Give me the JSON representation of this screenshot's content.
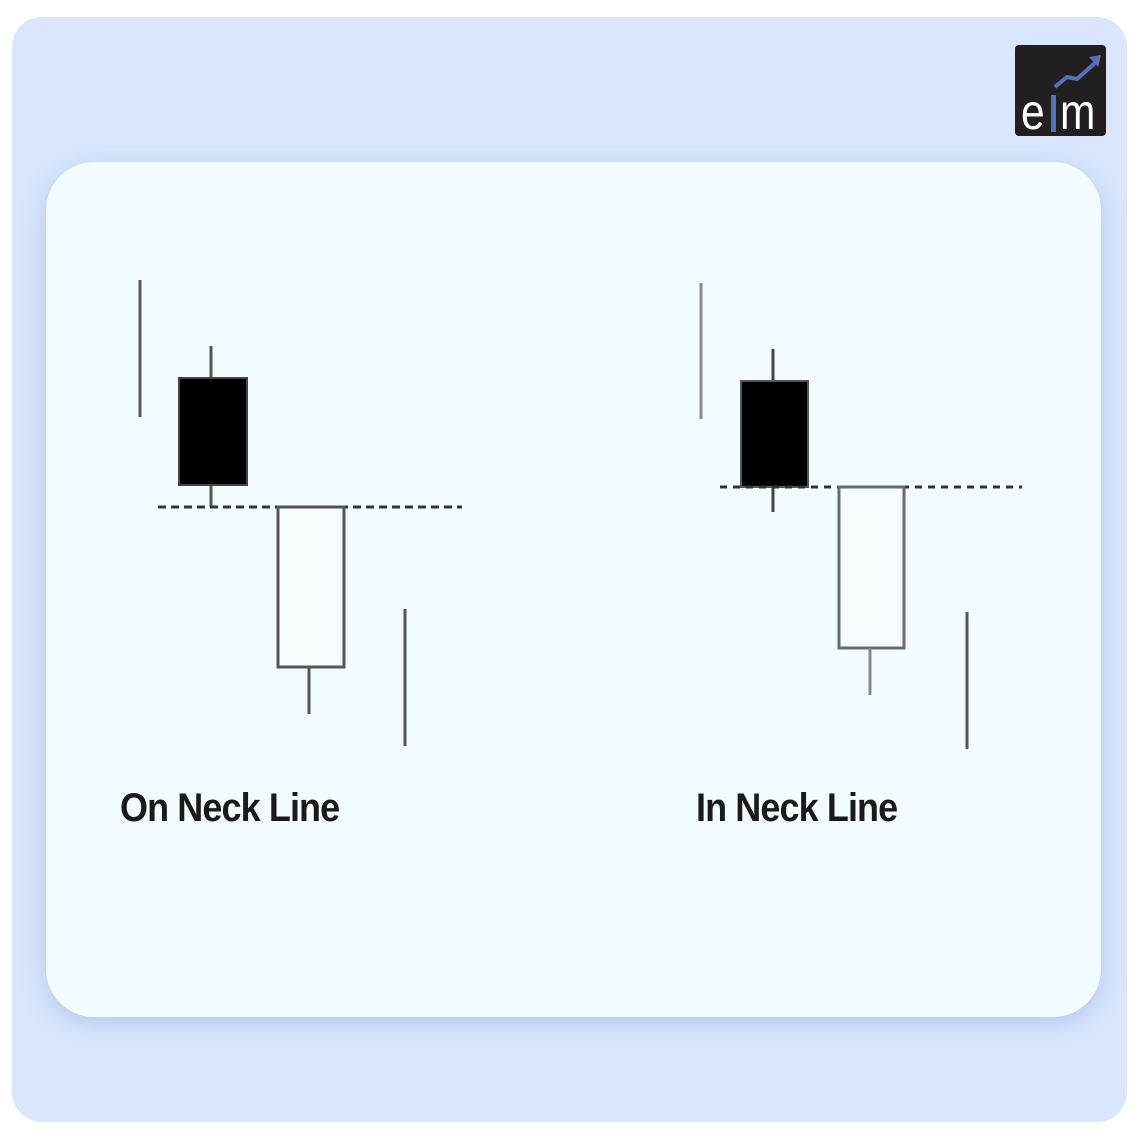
{
  "logo": {
    "text_left": "e",
    "text_right": "m",
    "bar_color": "#5472b8",
    "background": "#231f20",
    "icon": "trend-arrow-up-icon"
  },
  "colors": {
    "outer_panel": "#d9e6fd",
    "card": "#f2fbff",
    "bearish_candle": "#000000",
    "bullish_candle_border": "#555555",
    "wick": "#555555",
    "neckline": "#333333"
  },
  "patterns": [
    {
      "name": "On Neck Line",
      "candles": [
        {
          "role": "prior-trend-wick",
          "type": "line"
        },
        {
          "role": "bearish-candle",
          "type": "filled"
        },
        {
          "role": "bullish-candle",
          "type": "hollow",
          "close_at": "prior low"
        },
        {
          "role": "following-wick",
          "type": "line"
        }
      ],
      "neckline": "dashed horizontal at prior candle low"
    },
    {
      "name": "In Neck Line",
      "candles": [
        {
          "role": "prior-trend-wick",
          "type": "line"
        },
        {
          "role": "bearish-candle",
          "type": "filled"
        },
        {
          "role": "bullish-candle",
          "type": "hollow",
          "close_at": "slightly into prior body"
        },
        {
          "role": "following-wick",
          "type": "line"
        }
      ],
      "neckline": "dashed horizontal at prior candle close"
    }
  ]
}
